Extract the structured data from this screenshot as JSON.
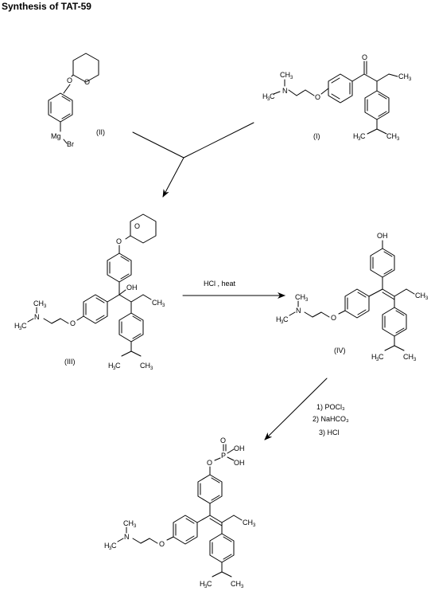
{
  "title": "Synthesis of TAT-59",
  "compounds": {
    "II": {
      "label": "(II)"
    },
    "I": {
      "label": "(I)"
    },
    "III": {
      "label": "(III)"
    },
    "IV": {
      "label": "(IV)"
    }
  },
  "reagents": {
    "step1": "HCl ,  heat",
    "step2": [
      "1) POCl₃",
      "2) NaHCO₃",
      "3) HCl"
    ]
  }
}
